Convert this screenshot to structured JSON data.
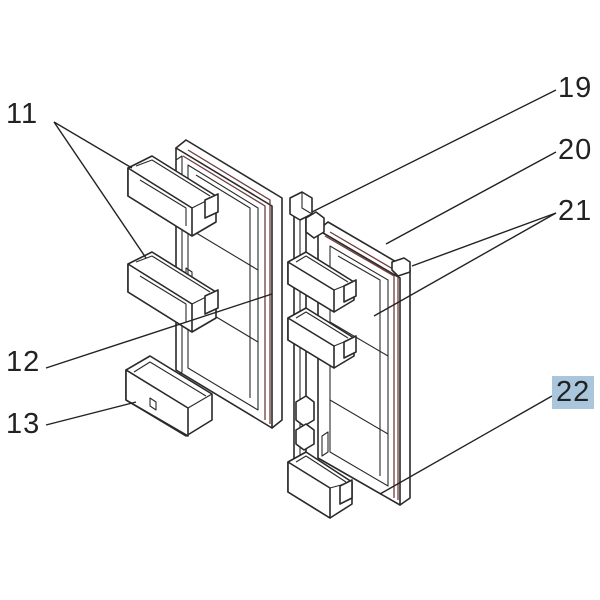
{
  "diagram": {
    "highlight_color": "#a9c6dc",
    "line_color": "#222222",
    "gasket_color": "#6e3c3c",
    "callouts": [
      {
        "id": "11",
        "label": "11",
        "highlighted": false
      },
      {
        "id": "12",
        "label": "12",
        "highlighted": false
      },
      {
        "id": "13",
        "label": "13",
        "highlighted": false
      },
      {
        "id": "19",
        "label": "19",
        "highlighted": false
      },
      {
        "id": "20",
        "label": "20",
        "highlighted": false
      },
      {
        "id": "21",
        "label": "21",
        "highlighted": false
      },
      {
        "id": "22",
        "label": "22",
        "highlighted": true
      }
    ]
  }
}
